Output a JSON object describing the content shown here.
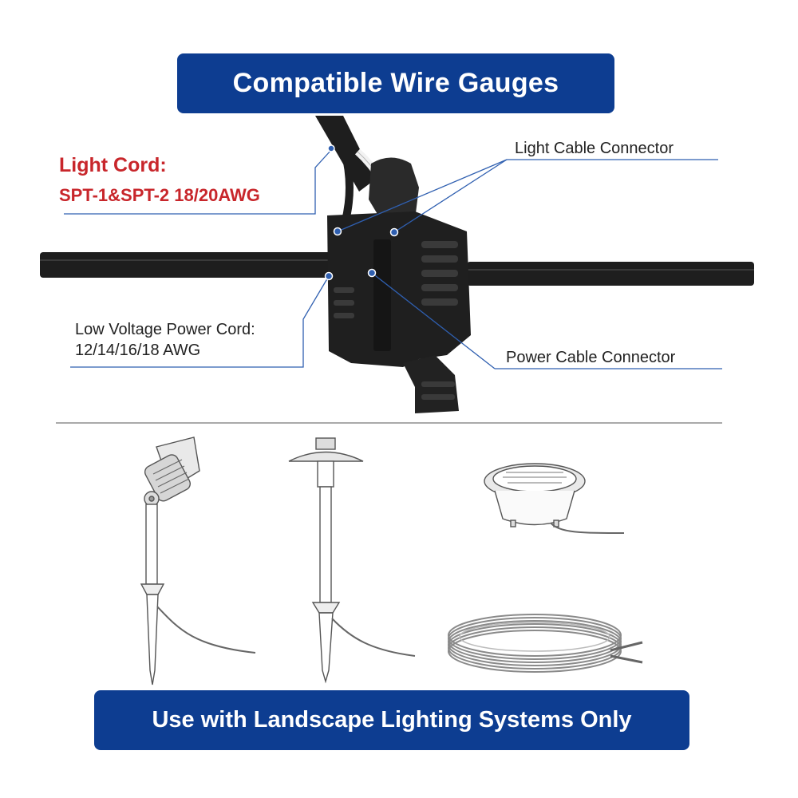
{
  "header": {
    "title": "Compatible Wire Gauges"
  },
  "callouts": {
    "light_cord_title": "Light Cord:",
    "light_cord_spec": "SPT-1&SPT-2 18/20AWG",
    "light_cable_connector": "Light Cable Connector",
    "low_voltage_title": "Low Voltage Power Cord:",
    "low_voltage_spec": "12/14/16/18 AWG",
    "power_cable_connector": "Power Cable Connector"
  },
  "footer": {
    "notice": "Use with Landscape Lighting Systems Only"
  },
  "colors": {
    "banner": "#0d3d91",
    "accent_red": "#c8262b",
    "pointer": "#2f5fb0"
  }
}
